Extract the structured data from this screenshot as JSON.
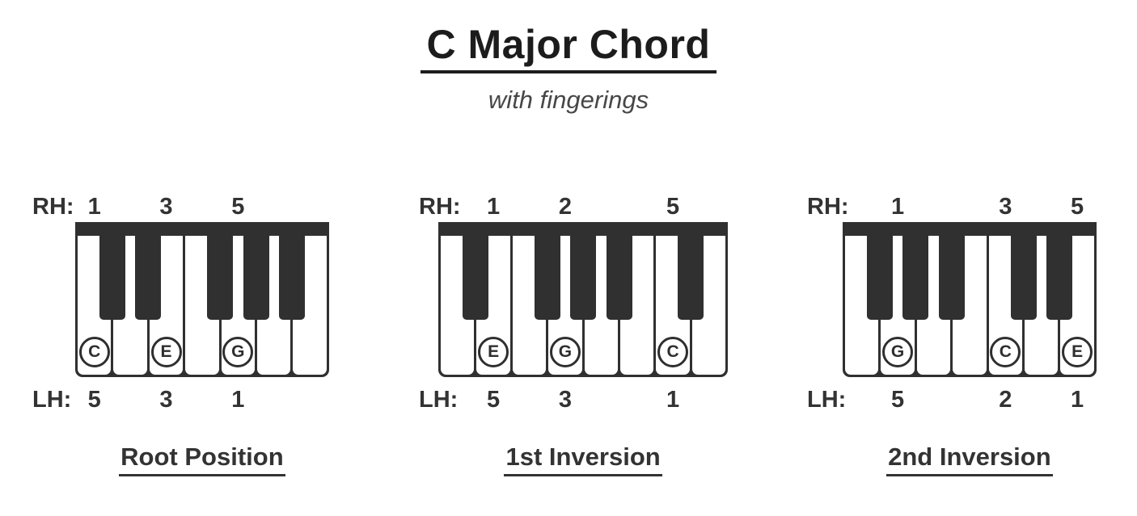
{
  "title": "C Major Chord",
  "subtitle": "with fingerings",
  "rh_label": "RH:",
  "lh_label": "LH:",
  "colors": {
    "key_dark": "#303030",
    "text_dark": "#333333",
    "title_black": "#1c1c1c",
    "subtitle_gray": "#474747",
    "key_white": "#ffffff"
  },
  "diagrams": [
    {
      "name": "Root Position",
      "white_keys": [
        "C",
        "D",
        "E",
        "F",
        "G",
        "A",
        "B"
      ],
      "black_after": [
        0,
        1,
        3,
        4,
        5
      ],
      "marked": [
        {
          "key": 0,
          "note": "C",
          "rh": "1",
          "lh": "5"
        },
        {
          "key": 2,
          "note": "E",
          "rh": "3",
          "lh": "3"
        },
        {
          "key": 4,
          "note": "G",
          "rh": "5",
          "lh": "1"
        }
      ]
    },
    {
      "name": "1st Inversion",
      "white_keys": [
        "D",
        "E",
        "F",
        "G",
        "A",
        "B",
        "C",
        "D"
      ],
      "black_after": [
        0,
        2,
        3,
        4,
        6
      ],
      "marked": [
        {
          "key": 1,
          "note": "E",
          "rh": "1",
          "lh": "5"
        },
        {
          "key": 3,
          "note": "G",
          "rh": "2",
          "lh": "3"
        },
        {
          "key": 6,
          "note": "C",
          "rh": "5",
          "lh": "1"
        }
      ]
    },
    {
      "name": "2nd Inversion",
      "white_keys": [
        "F",
        "G",
        "A",
        "B",
        "C",
        "D",
        "E"
      ],
      "black_after": [
        0,
        1,
        2,
        4,
        5
      ],
      "marked": [
        {
          "key": 1,
          "note": "G",
          "rh": "1",
          "lh": "5"
        },
        {
          "key": 4,
          "note": "C",
          "rh": "3",
          "lh": "2"
        },
        {
          "key": 6,
          "note": "E",
          "rh": "5",
          "lh": "1"
        }
      ]
    }
  ]
}
